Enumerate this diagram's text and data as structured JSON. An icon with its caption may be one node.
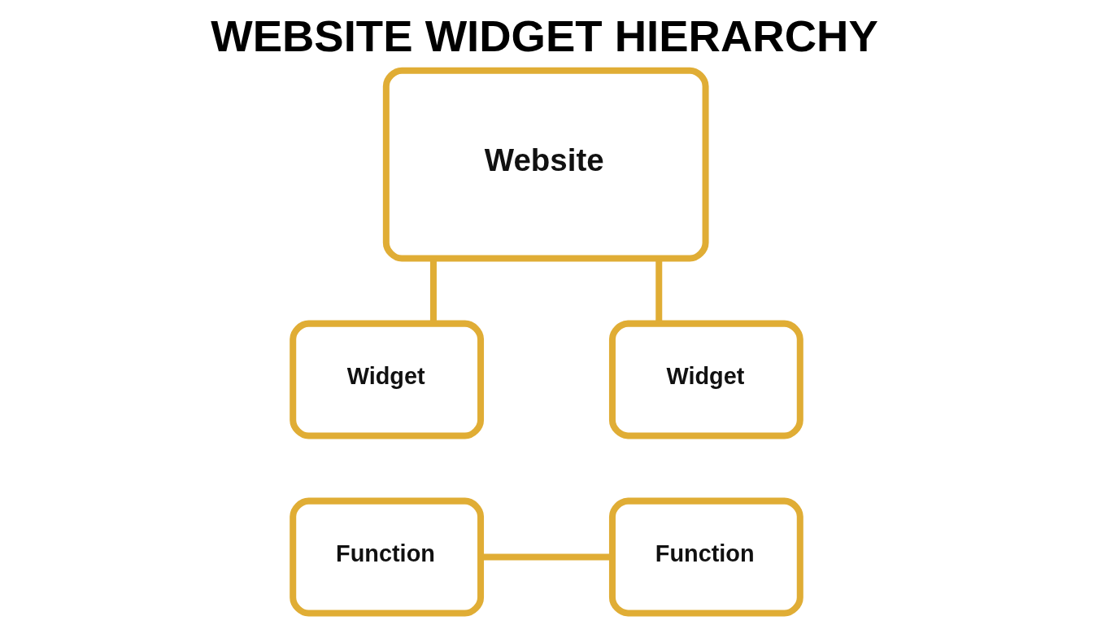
{
  "diagram": {
    "title": "WEBSITE WIDGET HIERARCHY",
    "nodes": [
      {
        "text": [
          "Website"
        ]
      },
      {
        "text": [
          "Widget"
        ]
      },
      {
        "text": [
          "Widget"
        ]
      },
      {
        "text": [
          "Function"
        ]
      },
      {
        "text": [
          "Function"
        ]
      }
    ],
    "edges": [
      {
        "from": 0,
        "to": 1,
        "arrow": "none"
      },
      {
        "from": 0,
        "to": 2,
        "arrow": "none"
      },
      {
        "from": 3,
        "to": 4,
        "arrow": "none"
      }
    ]
  }
}
